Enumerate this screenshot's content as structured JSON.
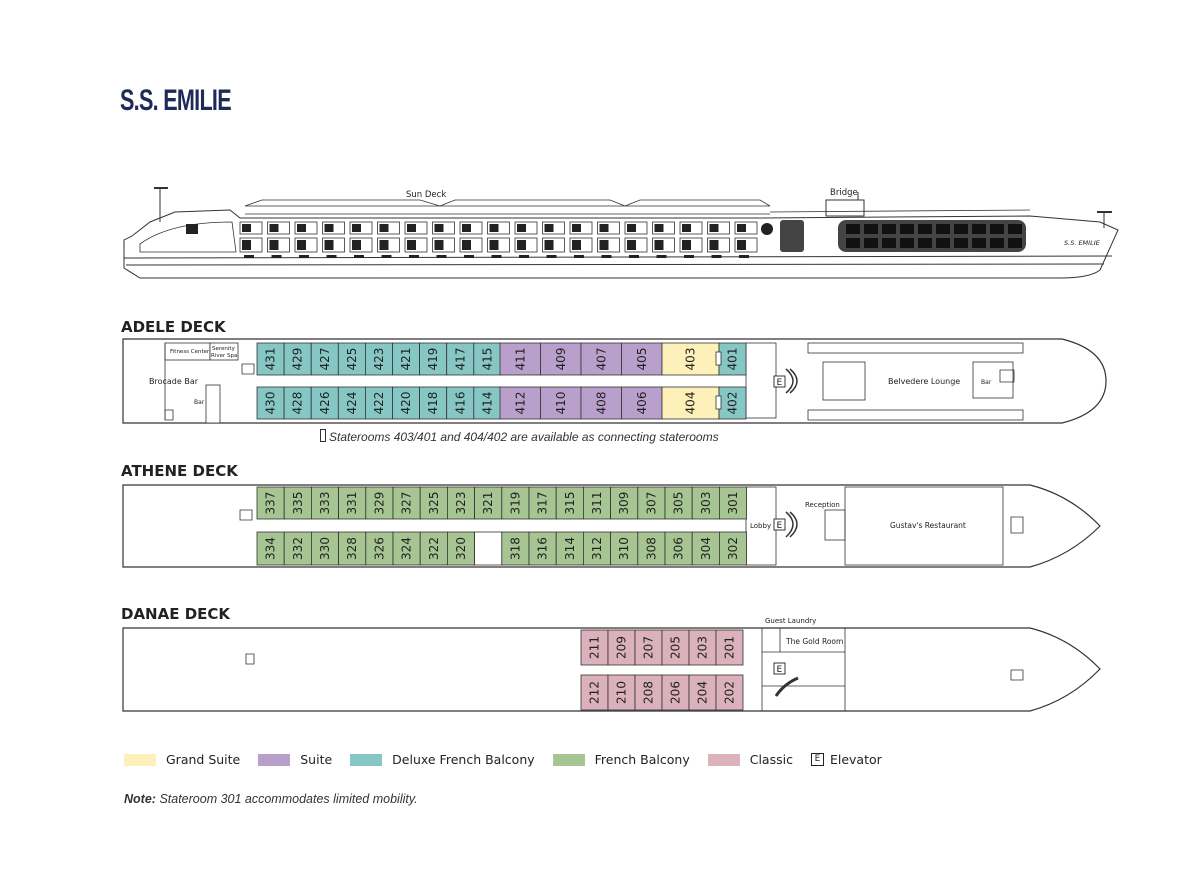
{
  "title": "S.S. EMILIE",
  "side_view": {
    "sun_deck_label": "Sun Deck",
    "bridge_label": "Bridge",
    "hull_name": "S.S. EMILIE"
  },
  "colors": {
    "grand_suite": "#fdf0b8",
    "suite": "#b9a0cc",
    "deluxe_french_balcony": "#86c7c6",
    "french_balcony": "#a6c593",
    "classic": "#dbb1bb",
    "outline": "#333333"
  },
  "decks": {
    "adele": {
      "name": "ADELE DECK",
      "top_row": [
        {
          "num": "431",
          "cat": "deluxe_french_balcony"
        },
        {
          "num": "429",
          "cat": "deluxe_french_balcony"
        },
        {
          "num": "427",
          "cat": "deluxe_french_balcony"
        },
        {
          "num": "425",
          "cat": "deluxe_french_balcony"
        },
        {
          "num": "423",
          "cat": "deluxe_french_balcony"
        },
        {
          "num": "421",
          "cat": "deluxe_french_balcony"
        },
        {
          "num": "419",
          "cat": "deluxe_french_balcony"
        },
        {
          "num": "417",
          "cat": "deluxe_french_balcony"
        },
        {
          "num": "415",
          "cat": "deluxe_french_balcony"
        },
        {
          "num": "411",
          "cat": "suite"
        },
        {
          "num": "409",
          "cat": "suite"
        },
        {
          "num": "407",
          "cat": "suite"
        },
        {
          "num": "405",
          "cat": "suite"
        },
        {
          "num": "403",
          "cat": "grand_suite"
        },
        {
          "num": "401",
          "cat": "deluxe_french_balcony"
        }
      ],
      "bottom_row": [
        {
          "num": "430",
          "cat": "deluxe_french_balcony"
        },
        {
          "num": "428",
          "cat": "deluxe_french_balcony"
        },
        {
          "num": "426",
          "cat": "deluxe_french_balcony"
        },
        {
          "num": "424",
          "cat": "deluxe_french_balcony"
        },
        {
          "num": "422",
          "cat": "deluxe_french_balcony"
        },
        {
          "num": "420",
          "cat": "deluxe_french_balcony"
        },
        {
          "num": "418",
          "cat": "deluxe_french_balcony"
        },
        {
          "num": "416",
          "cat": "deluxe_french_balcony"
        },
        {
          "num": "414",
          "cat": "deluxe_french_balcony"
        },
        {
          "num": "412",
          "cat": "suite"
        },
        {
          "num": "410",
          "cat": "suite"
        },
        {
          "num": "408",
          "cat": "suite"
        },
        {
          "num": "406",
          "cat": "suite"
        },
        {
          "num": "404",
          "cat": "grand_suite"
        },
        {
          "num": "402",
          "cat": "deluxe_french_balcony"
        }
      ],
      "labels": {
        "fitness": "Fitness Center",
        "spa_line1": "Serenity",
        "spa_line2": "River Spa",
        "brocade": "Brocade Bar",
        "bar_small": "Bar",
        "belvedere": "Belvedere Lounge",
        "bar_fwd": "Bar",
        "elevator": "E"
      },
      "connecting_note": "Staterooms 403/401 and 404/402 are available as connecting staterooms"
    },
    "athene": {
      "name": "ATHENE DECK",
      "top_row": [
        "337",
        "335",
        "333",
        "331",
        "329",
        "327",
        "325",
        "323",
        "321",
        "319",
        "317",
        "315",
        "311",
        "309",
        "307",
        "305",
        "303",
        "301"
      ],
      "bottom_row": [
        "334",
        "332",
        "330",
        "328",
        "326",
        "324",
        "322",
        "320",
        "",
        "318",
        "316",
        "314",
        "312",
        "310",
        "308",
        "306",
        "304",
        "302"
      ],
      "labels": {
        "lobby": "Lobby",
        "reception": "Reception",
        "restaurant": "Gustav's Restaurant",
        "elevator": "E"
      }
    },
    "danae": {
      "name": "DANAE DECK",
      "top_row": [
        "211",
        "209",
        "207",
        "205",
        "203",
        "201"
      ],
      "bottom_row": [
        "212",
        "210",
        "208",
        "206",
        "204",
        "202"
      ],
      "labels": {
        "laundry": "Guest Laundry",
        "gold_room": "The Gold Room",
        "elevator": "E"
      }
    }
  },
  "legend": {
    "grand_suite": "Grand Suite",
    "suite": "Suite",
    "deluxe_french_balcony": "Deluxe French Balcony",
    "french_balcony": "French Balcony",
    "classic": "Classic",
    "elevator_symbol": "E",
    "elevator": "Elevator"
  },
  "note": {
    "label": "Note:",
    "text": "Stateroom 301 accommodates limited mobility."
  }
}
